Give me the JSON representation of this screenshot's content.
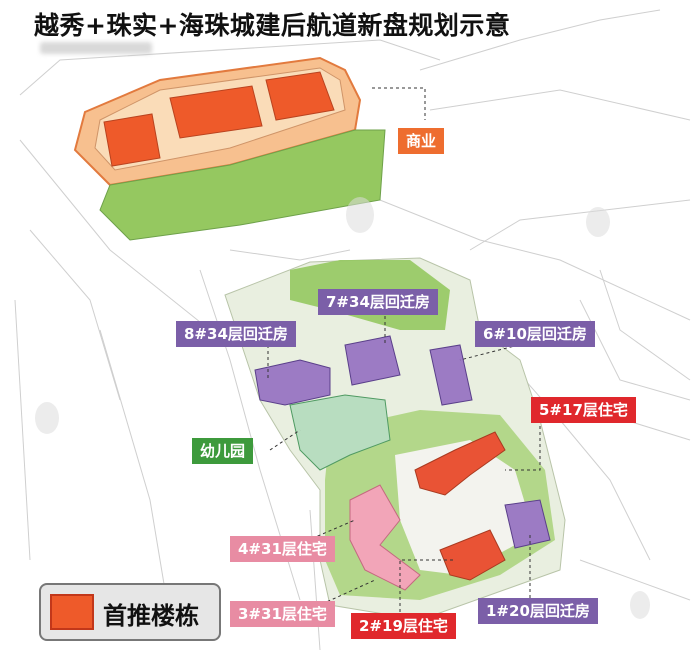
{
  "title": "越秀+珠实+海珠城建后航道新盘规划示意",
  "colors": {
    "commercial": "#ee6d2f",
    "recommended": "#ee5a2a",
    "resettlement": "#7b5fa8",
    "residential_red": "#e0282c",
    "residential_pink": "#e88ca3",
    "kindergarten": "#3d9a3c",
    "green_space": "#95c860"
  },
  "labels": {
    "commercial": "商业",
    "b7": "7#34层回迁房",
    "b8": "8#34层回迁房",
    "b6": "6#10层回迁房",
    "b5": "5#17层住宅",
    "kindergarten": "幼儿园",
    "b4": "4#31层住宅",
    "b3": "3#31层住宅",
    "b2": "2#19层住宅",
    "b1": "1#20层回迁房"
  },
  "legend": {
    "label": "首推楼栋"
  }
}
